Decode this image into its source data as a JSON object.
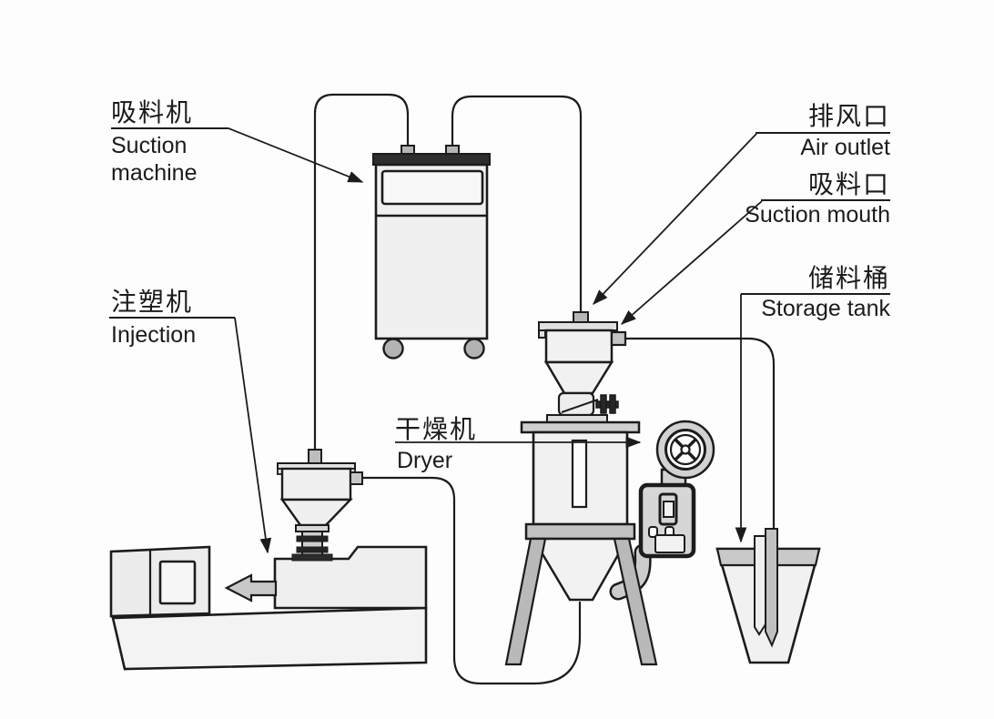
{
  "labels": {
    "suction_machine": {
      "zh": "吸料机",
      "en1": "Suction",
      "en2": "machine"
    },
    "air_outlet": {
      "zh": "排风口",
      "en": "Air outlet"
    },
    "suction_mouth": {
      "zh": "吸料口",
      "en": "Suction mouth"
    },
    "storage_tank": {
      "zh": "储料桶",
      "en": "Storage tank"
    },
    "injection": {
      "zh": "注塑机",
      "en": "Injection"
    },
    "dryer": {
      "zh": "干燥机",
      "en": "Dryer"
    }
  },
  "colors": {
    "line": "#1c1c1c",
    "dark_fill": "#2e2e2e",
    "gray_fill": "#b9b9b9",
    "mid_fill": "#cfcfcf",
    "light_fill": "#f0f0f0",
    "background": "#fdfdfd"
  }
}
